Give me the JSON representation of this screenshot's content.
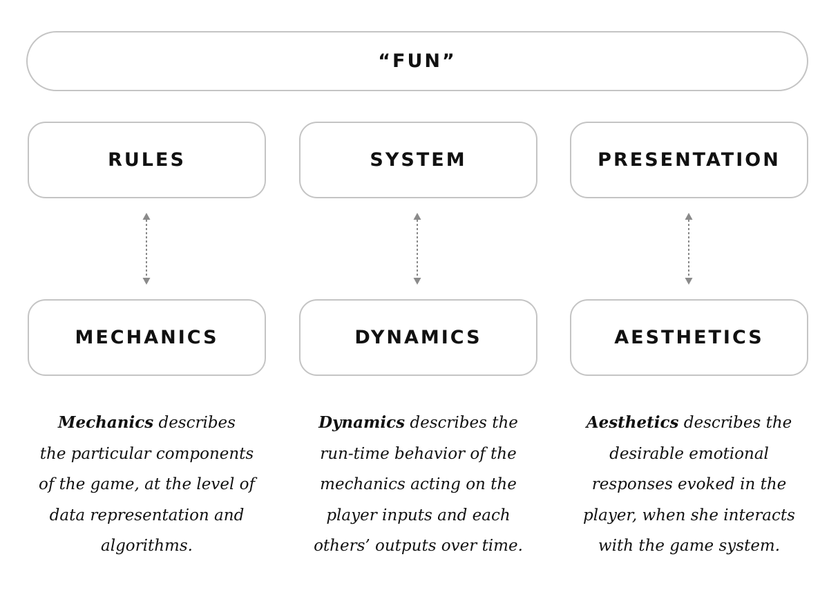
{
  "top": {
    "label": "“FUN”"
  },
  "layers": [
    {
      "upper": "RULES",
      "lower": "MECHANICS"
    },
    {
      "upper": "SYSTEM",
      "lower": "DYNAMICS"
    },
    {
      "upper": "PRESENTATION",
      "lower": "AESTHETICS"
    }
  ],
  "descriptions": [
    {
      "term": "Mechanics",
      "lines": [
        " describes",
        "the particular components",
        "of the game, at the level of",
        "data representation and",
        "algorithms."
      ]
    },
    {
      "term": "Dynamics",
      "lines": [
        " describes the",
        "run-time behavior of the",
        "mechanics acting on the",
        "player inputs and each",
        "others’ outputs over time."
      ]
    },
    {
      "term": "Aesthetics",
      "lines": [
        " describes the",
        "desirable emotional",
        "responses evoked in the",
        "player, when she interacts",
        "with the game system."
      ]
    }
  ],
  "colors": {
    "border": "#c4c4c4",
    "arrow": "#8a8a8a",
    "text": "#111111"
  }
}
